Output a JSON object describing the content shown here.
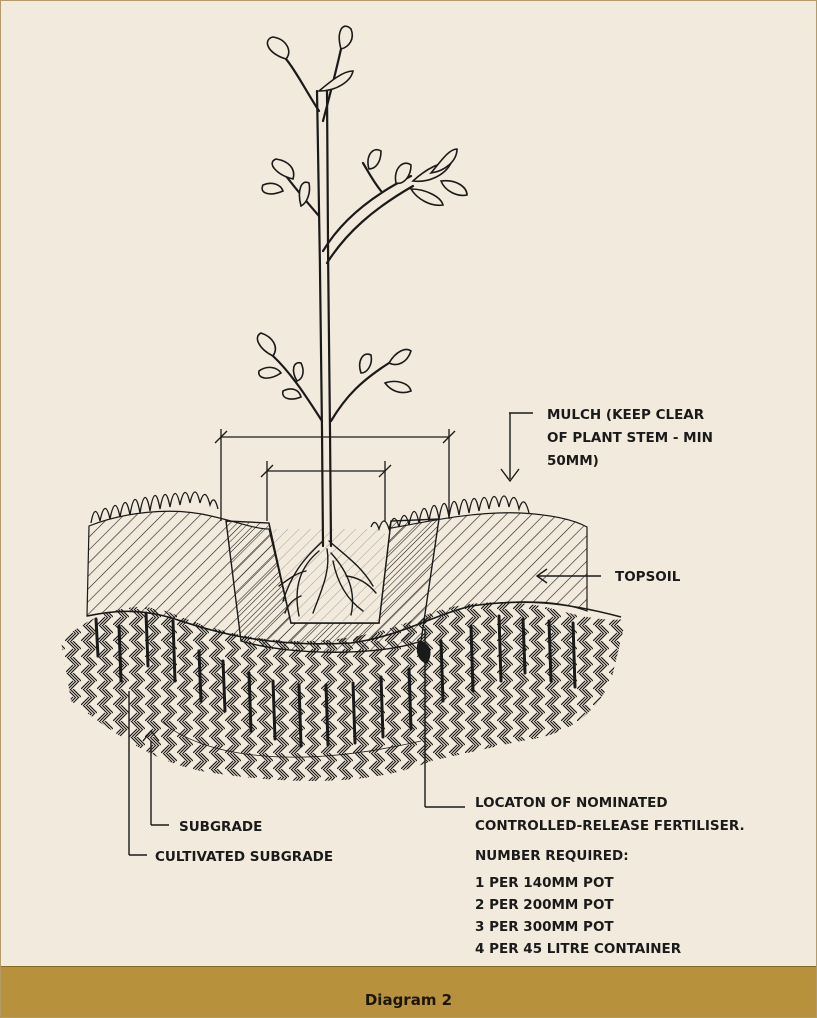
{
  "labels": {
    "mulch_line1": "MULCH (KEEP CLEAR",
    "mulch_line2": "OF PLANT STEM - MIN",
    "mulch_line3": "50MM)",
    "topsoil": "TOPSOIL",
    "subgrade": "SUBGRADE",
    "cultivated_subgrade": "CULTIVATED SUBGRADE",
    "fertiliser_line1": "LOCATON OF NOMINATED",
    "fertiliser_line2": "CONTROLLED-RELEASE FERTILISER.",
    "number_required": "NUMBER REQUIRED:",
    "req_1": "1 PER 140MM POT",
    "req_2": "2 PER 200MM POT",
    "req_3": "3 PER 300MM POT",
    "req_4": "4 PER 45 LITRE CONTAINER"
  },
  "caption": "Diagram 2",
  "colors": {
    "background": "#f2eadc",
    "caption_bar": "#b8913c",
    "ink": "#1a1a1a",
    "frame_border": "#b39a68"
  }
}
